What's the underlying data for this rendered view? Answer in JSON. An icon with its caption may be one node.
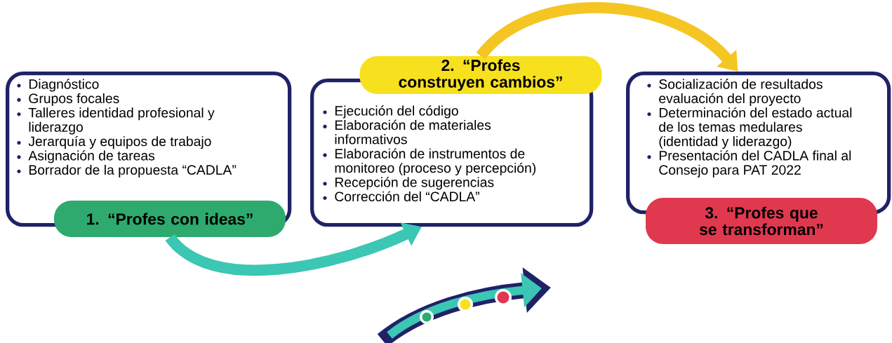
{
  "diagram": {
    "nodes": [
      {
        "text": [
          "Diagnóstico",
          "Grupos focales",
          "Talleres identidad profesional y liderazgo",
          "Jerarquía y equipos de trabajo",
          "Asignación de tareas",
          "Borrador de la propuesta “CADLA”"
        ]
      },
      {
        "text": [
          "1. “Profes con ideas”"
        ]
      },
      {
        "text": [
          "Ejecución del código",
          "Elaboración de materiales informativos",
          "Elaboración de instrumentos de monitoreo (proceso y percepción)",
          "Recepción de sugerencias",
          "Corrección del “CADLA”"
        ]
      },
      {
        "text": [
          "2. “Profes construyen cambios”"
        ]
      },
      {
        "text": [
          "Socialización de resultados evaluación del proyecto",
          "Determinación del estado actual de los temas medulares (identidad y liderazgo)",
          "Presentación del CADLA final al Consejo para PAT 2022"
        ]
      },
      {
        "text": [
          "3. “Profes que se transforman”"
        ]
      }
    ],
    "edges": [
      {
        "from": 1,
        "to": 2,
        "arrow": "to",
        "color": "#3cc6b4"
      },
      {
        "from": 3,
        "to": 4,
        "arrow": "to",
        "color": "#f5c523"
      }
    ]
  }
}
